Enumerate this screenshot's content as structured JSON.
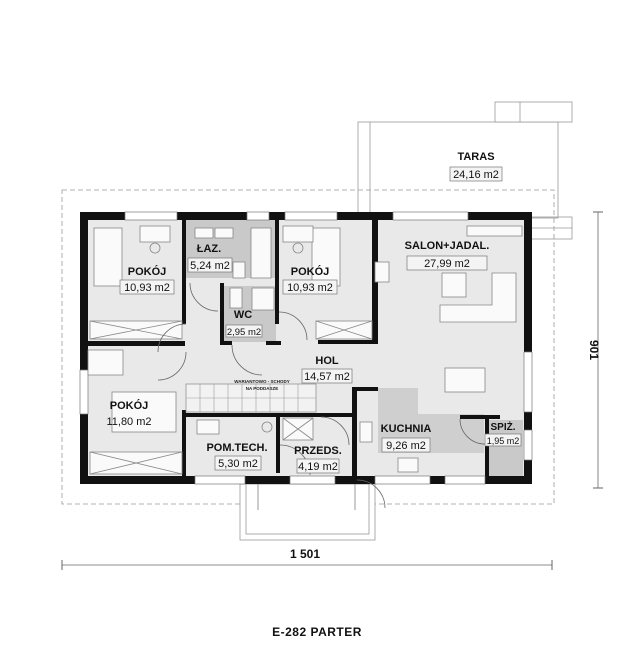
{
  "title": "E-282 PARTER",
  "colors": {
    "wall": "#111111",
    "floor": "#e9e9e9",
    "wet_floor": "#c9c9c9",
    "kitchen_floor": "#cfcfcf"
  },
  "rooms": [
    {
      "name": "POKÓJ",
      "area": "10,93 m2"
    },
    {
      "name": "ŁAZ.",
      "area": "5,24 m2"
    },
    {
      "name": "POKÓJ",
      "area": "10,93 m2"
    },
    {
      "name": "WC",
      "area": "2,95 m2"
    },
    {
      "name": "SALON+JADAL.",
      "area": "27,99 m2"
    },
    {
      "name": "HOL",
      "area": "14,57 m2"
    },
    {
      "name": "POKÓJ",
      "area": "11,80 m2"
    },
    {
      "name": "POM.TECH.",
      "area": "5,30 m2"
    },
    {
      "name": "PRZEDS.",
      "area": "4,19 m2"
    },
    {
      "name": "KUCHNIA",
      "area": "9,26 m2"
    },
    {
      "name": "SPIŻ.",
      "area": "1,95 m2"
    },
    {
      "name": "TARAS",
      "area": "24,16 m2"
    }
  ],
  "stairs_note": [
    "WARIANTOWO - SCHODY",
    "NA PODDASZE"
  ],
  "dimensions": {
    "width": "1 501",
    "depth": "901"
  }
}
